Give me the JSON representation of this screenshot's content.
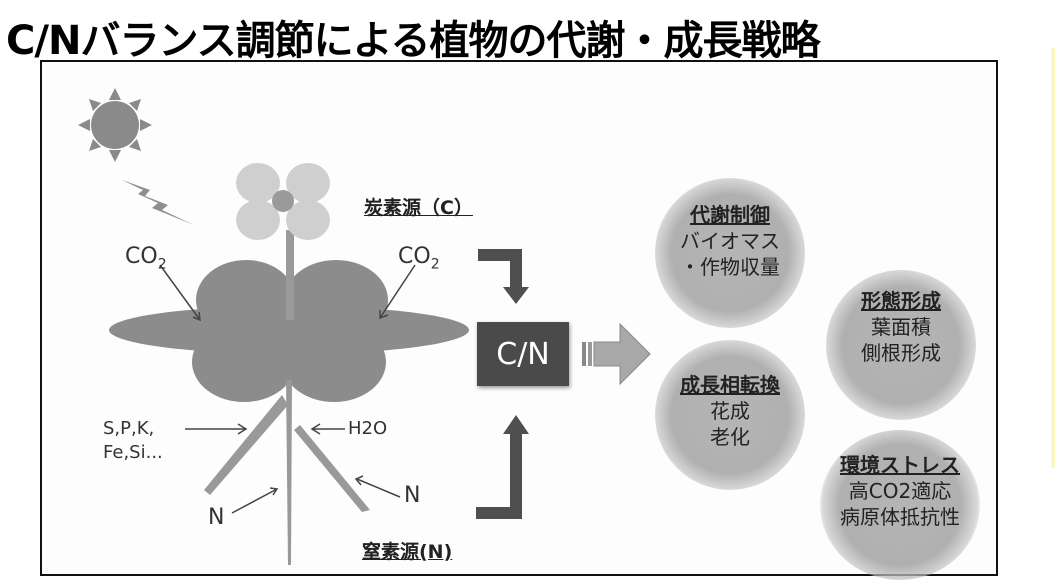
{
  "slide": {
    "title": "C/Nバランス調節による植物の代謝・成長戦略"
  },
  "diagram": {
    "carbon_source": "炭素源（C）",
    "nitrogen_source": "窒素源(N)",
    "co2_left": "CO",
    "co2_left_sub": "2",
    "co2_right": "CO",
    "co2_right_sub": "2",
    "minerals_line1": "S,P,K,",
    "minerals_line2": "Fe,Si...",
    "water": "H2O",
    "n_left": "N",
    "n_right": "N",
    "cn_box": "C/N",
    "icons": [
      "sun-icon",
      "lightning-icon",
      "flower-icon",
      "leaves-icon",
      "roots-icon",
      "arrow-down-icon",
      "arrow-up-icon",
      "arrow-right-icon"
    ],
    "outcomes": [
      {
        "heading": "代謝制御",
        "lines": [
          "バイオマス",
          "・作物収量"
        ]
      },
      {
        "heading": "形態形成",
        "lines": [
          "葉面積",
          "側根形成"
        ]
      },
      {
        "heading": "成長相転換",
        "lines": [
          "花成",
          "老化"
        ]
      },
      {
        "heading": "環境ストレス",
        "lines": [
          "高CO2適応",
          "病原体抵抗性"
        ]
      }
    ]
  }
}
